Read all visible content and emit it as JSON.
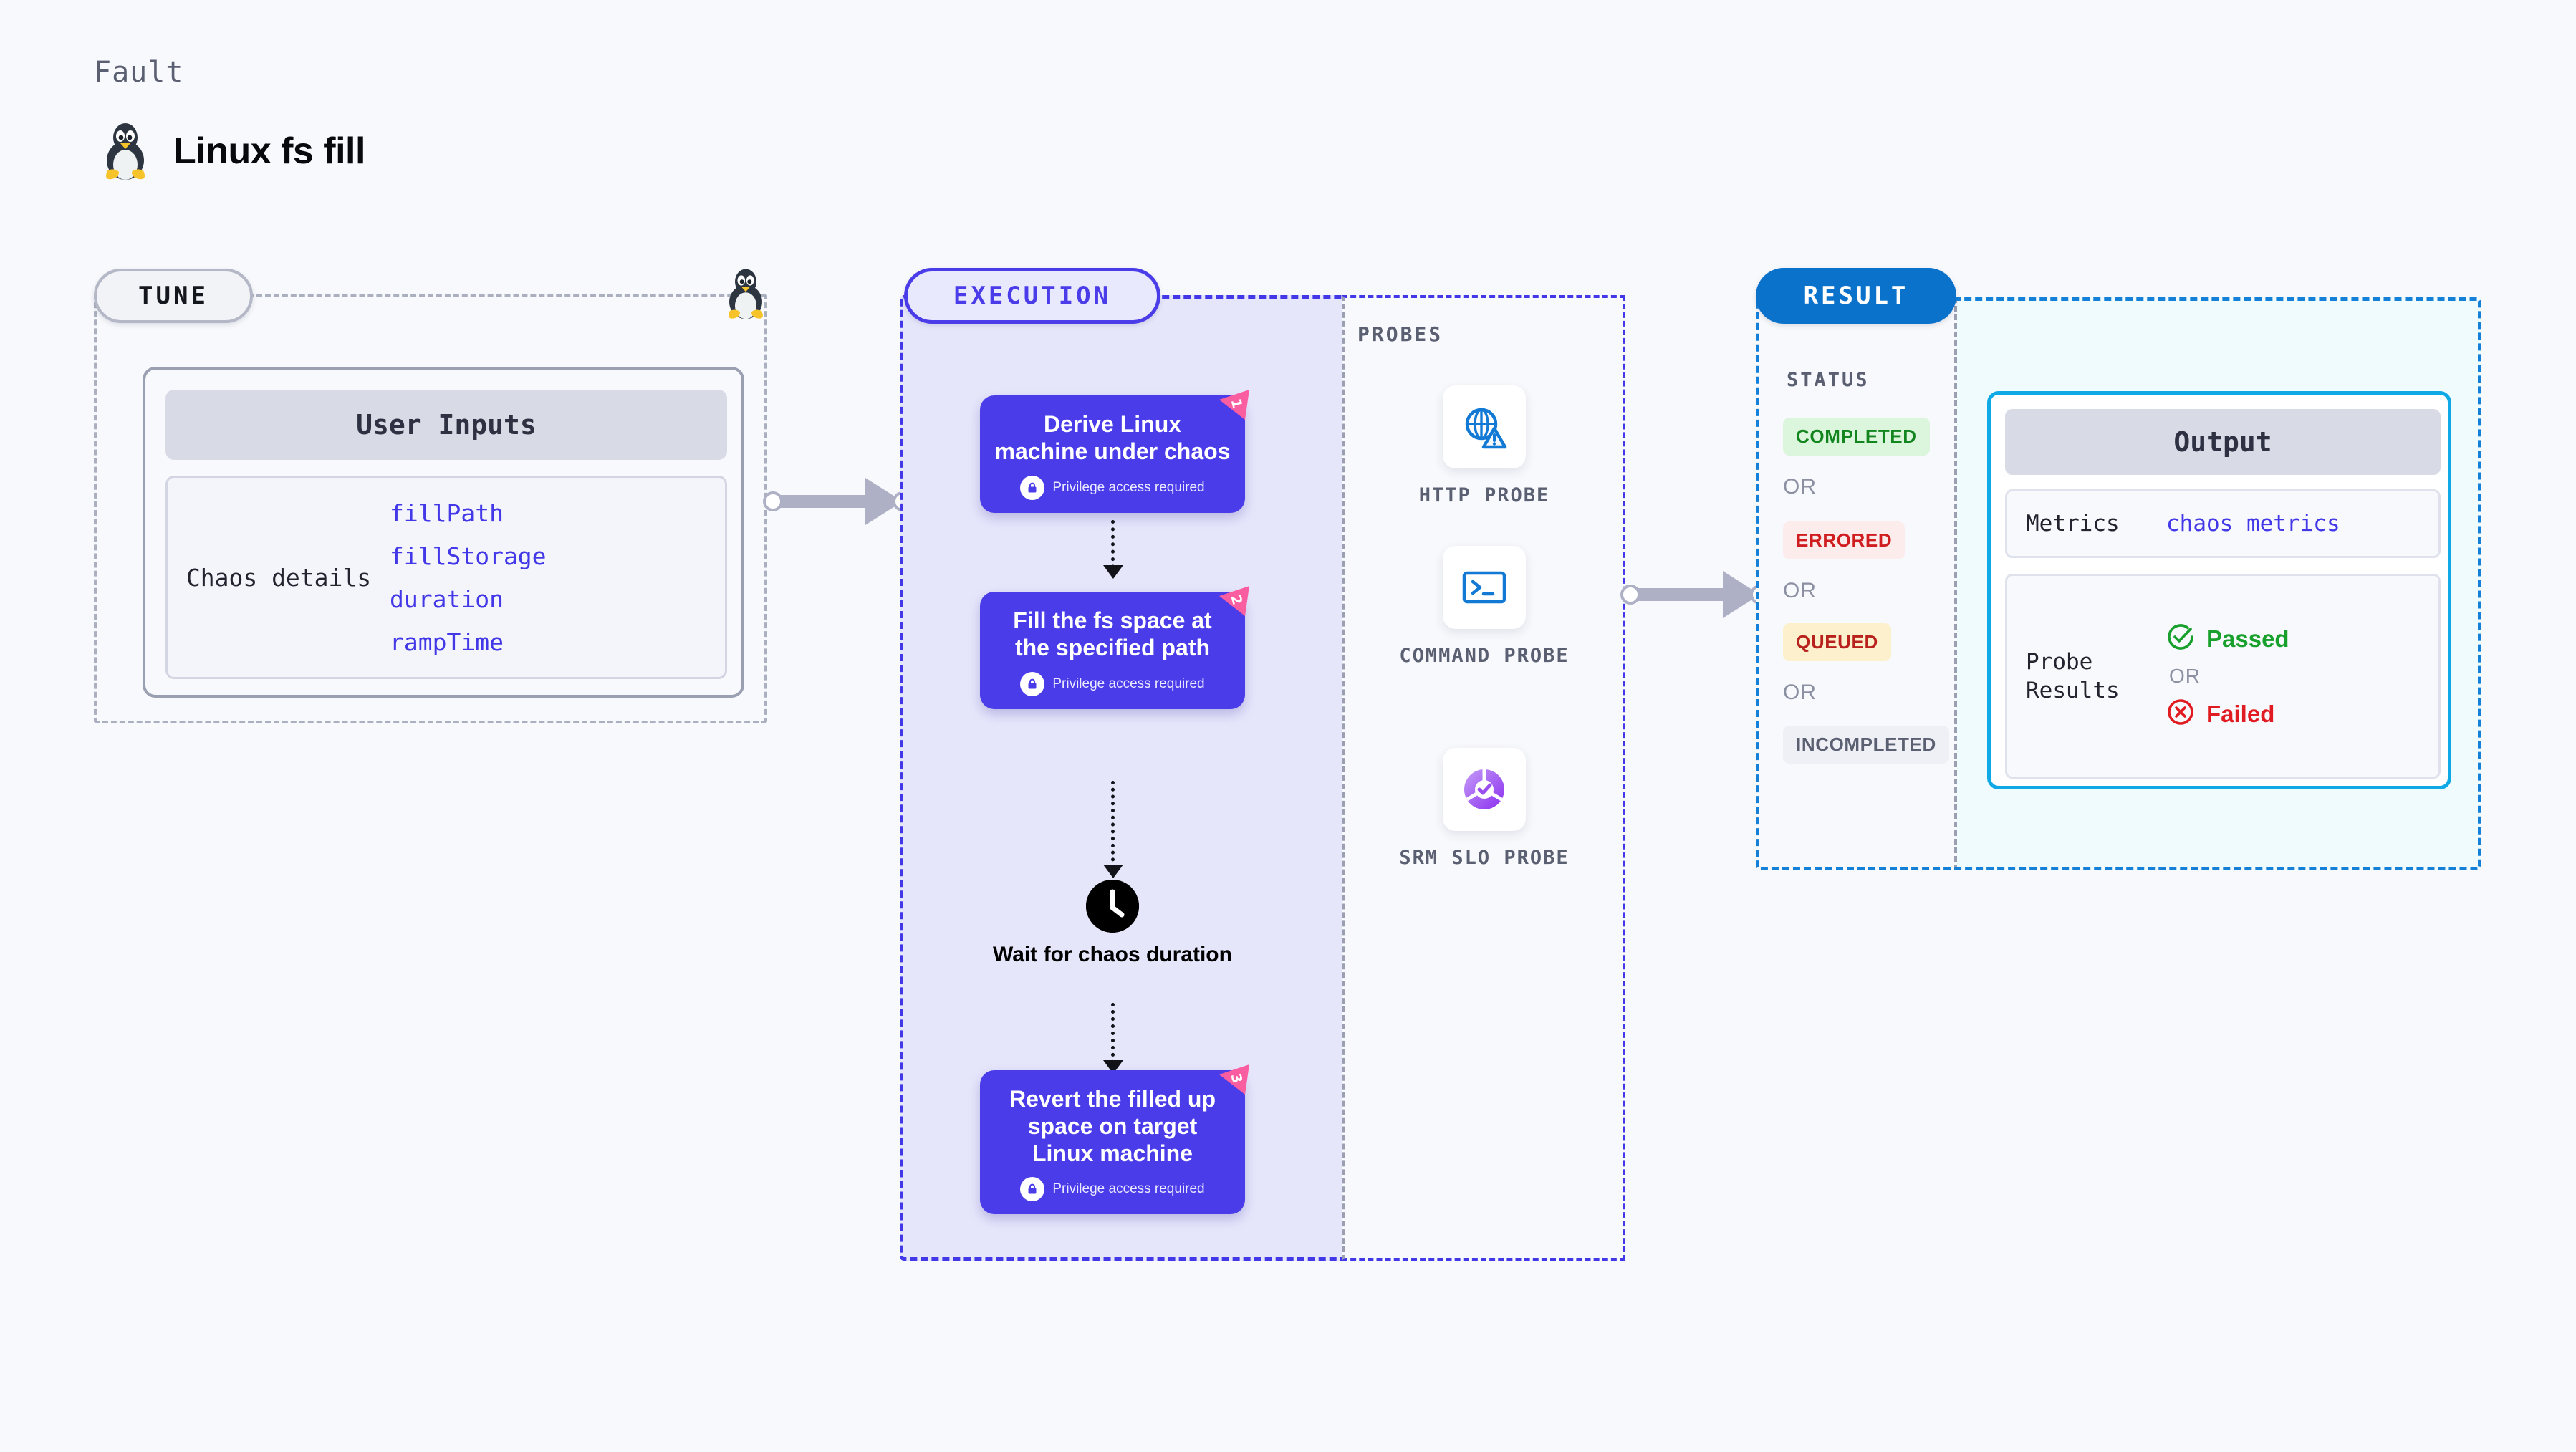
{
  "header": {
    "kicker": "Fault",
    "title": "Linux fs fill",
    "icon": "linux-penguin-icon"
  },
  "tune": {
    "badge": "TUNE",
    "card": {
      "header": "User Inputs",
      "label": "Chaos details",
      "params": [
        "fillPath",
        "fillStorage",
        "duration",
        "rampTime"
      ]
    }
  },
  "execution": {
    "badge": "EXECUTION",
    "privilege_note": "Privilege access required",
    "steps": [
      {
        "title": "Derive Linux machine under chaos",
        "badge_number": "1",
        "privilege": true
      },
      {
        "title": "Fill the fs space at the specified path",
        "badge_number": "2",
        "privilege": true
      }
    ],
    "wait": {
      "label": "Wait for chaos duration",
      "icon": "clock-icon"
    },
    "final_step": {
      "title": "Revert the filled up space on target Linux machine",
      "badge_number": "3",
      "privilege": true
    }
  },
  "probes": {
    "title": "PROBES",
    "items": [
      {
        "label": "HTTP PROBE",
        "icon": "globe-warning-icon",
        "color": "#1279d4"
      },
      {
        "label": "COMMAND PROBE",
        "icon": "terminal-icon",
        "color": "#1279d4"
      },
      {
        "label": "SRM SLO PROBE",
        "icon": "slo-donut-check-icon",
        "color": "#9b4ef0"
      }
    ]
  },
  "result": {
    "badge": "RESULT",
    "status_title": "STATUS",
    "or_label": "OR",
    "statuses": [
      {
        "label": "COMPLETED",
        "bg": "#dcf6dd",
        "fg": "#12851f"
      },
      {
        "label": "ERRORED",
        "bg": "#fdecec",
        "fg": "#cf1d20"
      },
      {
        "label": "QUEUED",
        "bg": "#fdf0cd",
        "fg": "#b8211c"
      },
      {
        "label": "INCOMPLETED",
        "bg": "#eff0f5",
        "fg": "#5a6072"
      }
    ],
    "output": {
      "header": "Output",
      "metrics_key": "Metrics",
      "metrics_value": "chaos metrics",
      "probe_key": "Probe Results",
      "passed": "Passed",
      "failed": "Failed",
      "or_label": "OR",
      "passed_color": "#18a02c",
      "failed_color": "#e01c22"
    }
  },
  "colors": {
    "accent_indigo": "#4a3ce8",
    "accent_blue": "#0b72cc",
    "accent_cyan": "#0fa9e6",
    "pink_flag": "#fb5ea0",
    "page_bg": "#f8f9fc"
  }
}
